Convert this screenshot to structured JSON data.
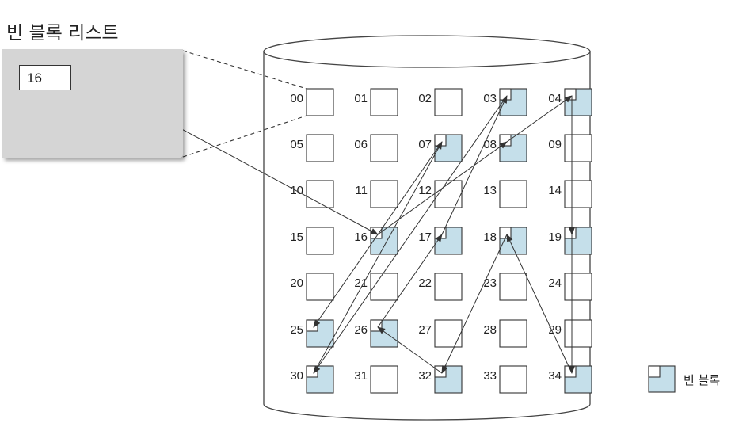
{
  "title": "빈 블록 리스트",
  "head_pointer": "16",
  "legend": {
    "label": "빈 블록"
  },
  "colors": {
    "free": "#c5dfea",
    "used": "#ffffff",
    "line": "#333333"
  },
  "blocks": [
    {
      "label": "00",
      "free": false
    },
    {
      "label": "01",
      "free": false
    },
    {
      "label": "02",
      "free": false
    },
    {
      "label": "03",
      "free": true
    },
    {
      "label": "04",
      "free": true
    },
    {
      "label": "05",
      "free": false
    },
    {
      "label": "06",
      "free": false
    },
    {
      "label": "07",
      "free": true
    },
    {
      "label": "08",
      "free": true
    },
    {
      "label": "09",
      "free": false
    },
    {
      "label": "10",
      "free": false
    },
    {
      "label": "11",
      "free": false
    },
    {
      "label": "12",
      "free": false
    },
    {
      "label": "13",
      "free": false
    },
    {
      "label": "14",
      "free": false
    },
    {
      "label": "15",
      "free": false
    },
    {
      "label": "16",
      "free": true
    },
    {
      "label": "17",
      "free": true
    },
    {
      "label": "18",
      "free": true
    },
    {
      "label": "19",
      "free": true
    },
    {
      "label": "20",
      "free": false
    },
    {
      "label": "21",
      "free": false
    },
    {
      "label": "22",
      "free": false
    },
    {
      "label": "23",
      "free": false
    },
    {
      "label": "24",
      "free": false
    },
    {
      "label": "25",
      "free": true
    },
    {
      "label": "26",
      "free": true
    },
    {
      "label": "27",
      "free": false
    },
    {
      "label": "28",
      "free": false
    },
    {
      "label": "29",
      "free": false
    },
    {
      "label": "30",
      "free": true
    },
    {
      "label": "31",
      "free": false
    },
    {
      "label": "32",
      "free": true
    },
    {
      "label": "33",
      "free": false
    },
    {
      "label": "34",
      "free": true
    }
  ],
  "free_list": [
    "16",
    "08",
    "04",
    "19",
    "34",
    "18",
    "32",
    "26",
    "17",
    "03",
    "30",
    "07",
    "25"
  ]
}
